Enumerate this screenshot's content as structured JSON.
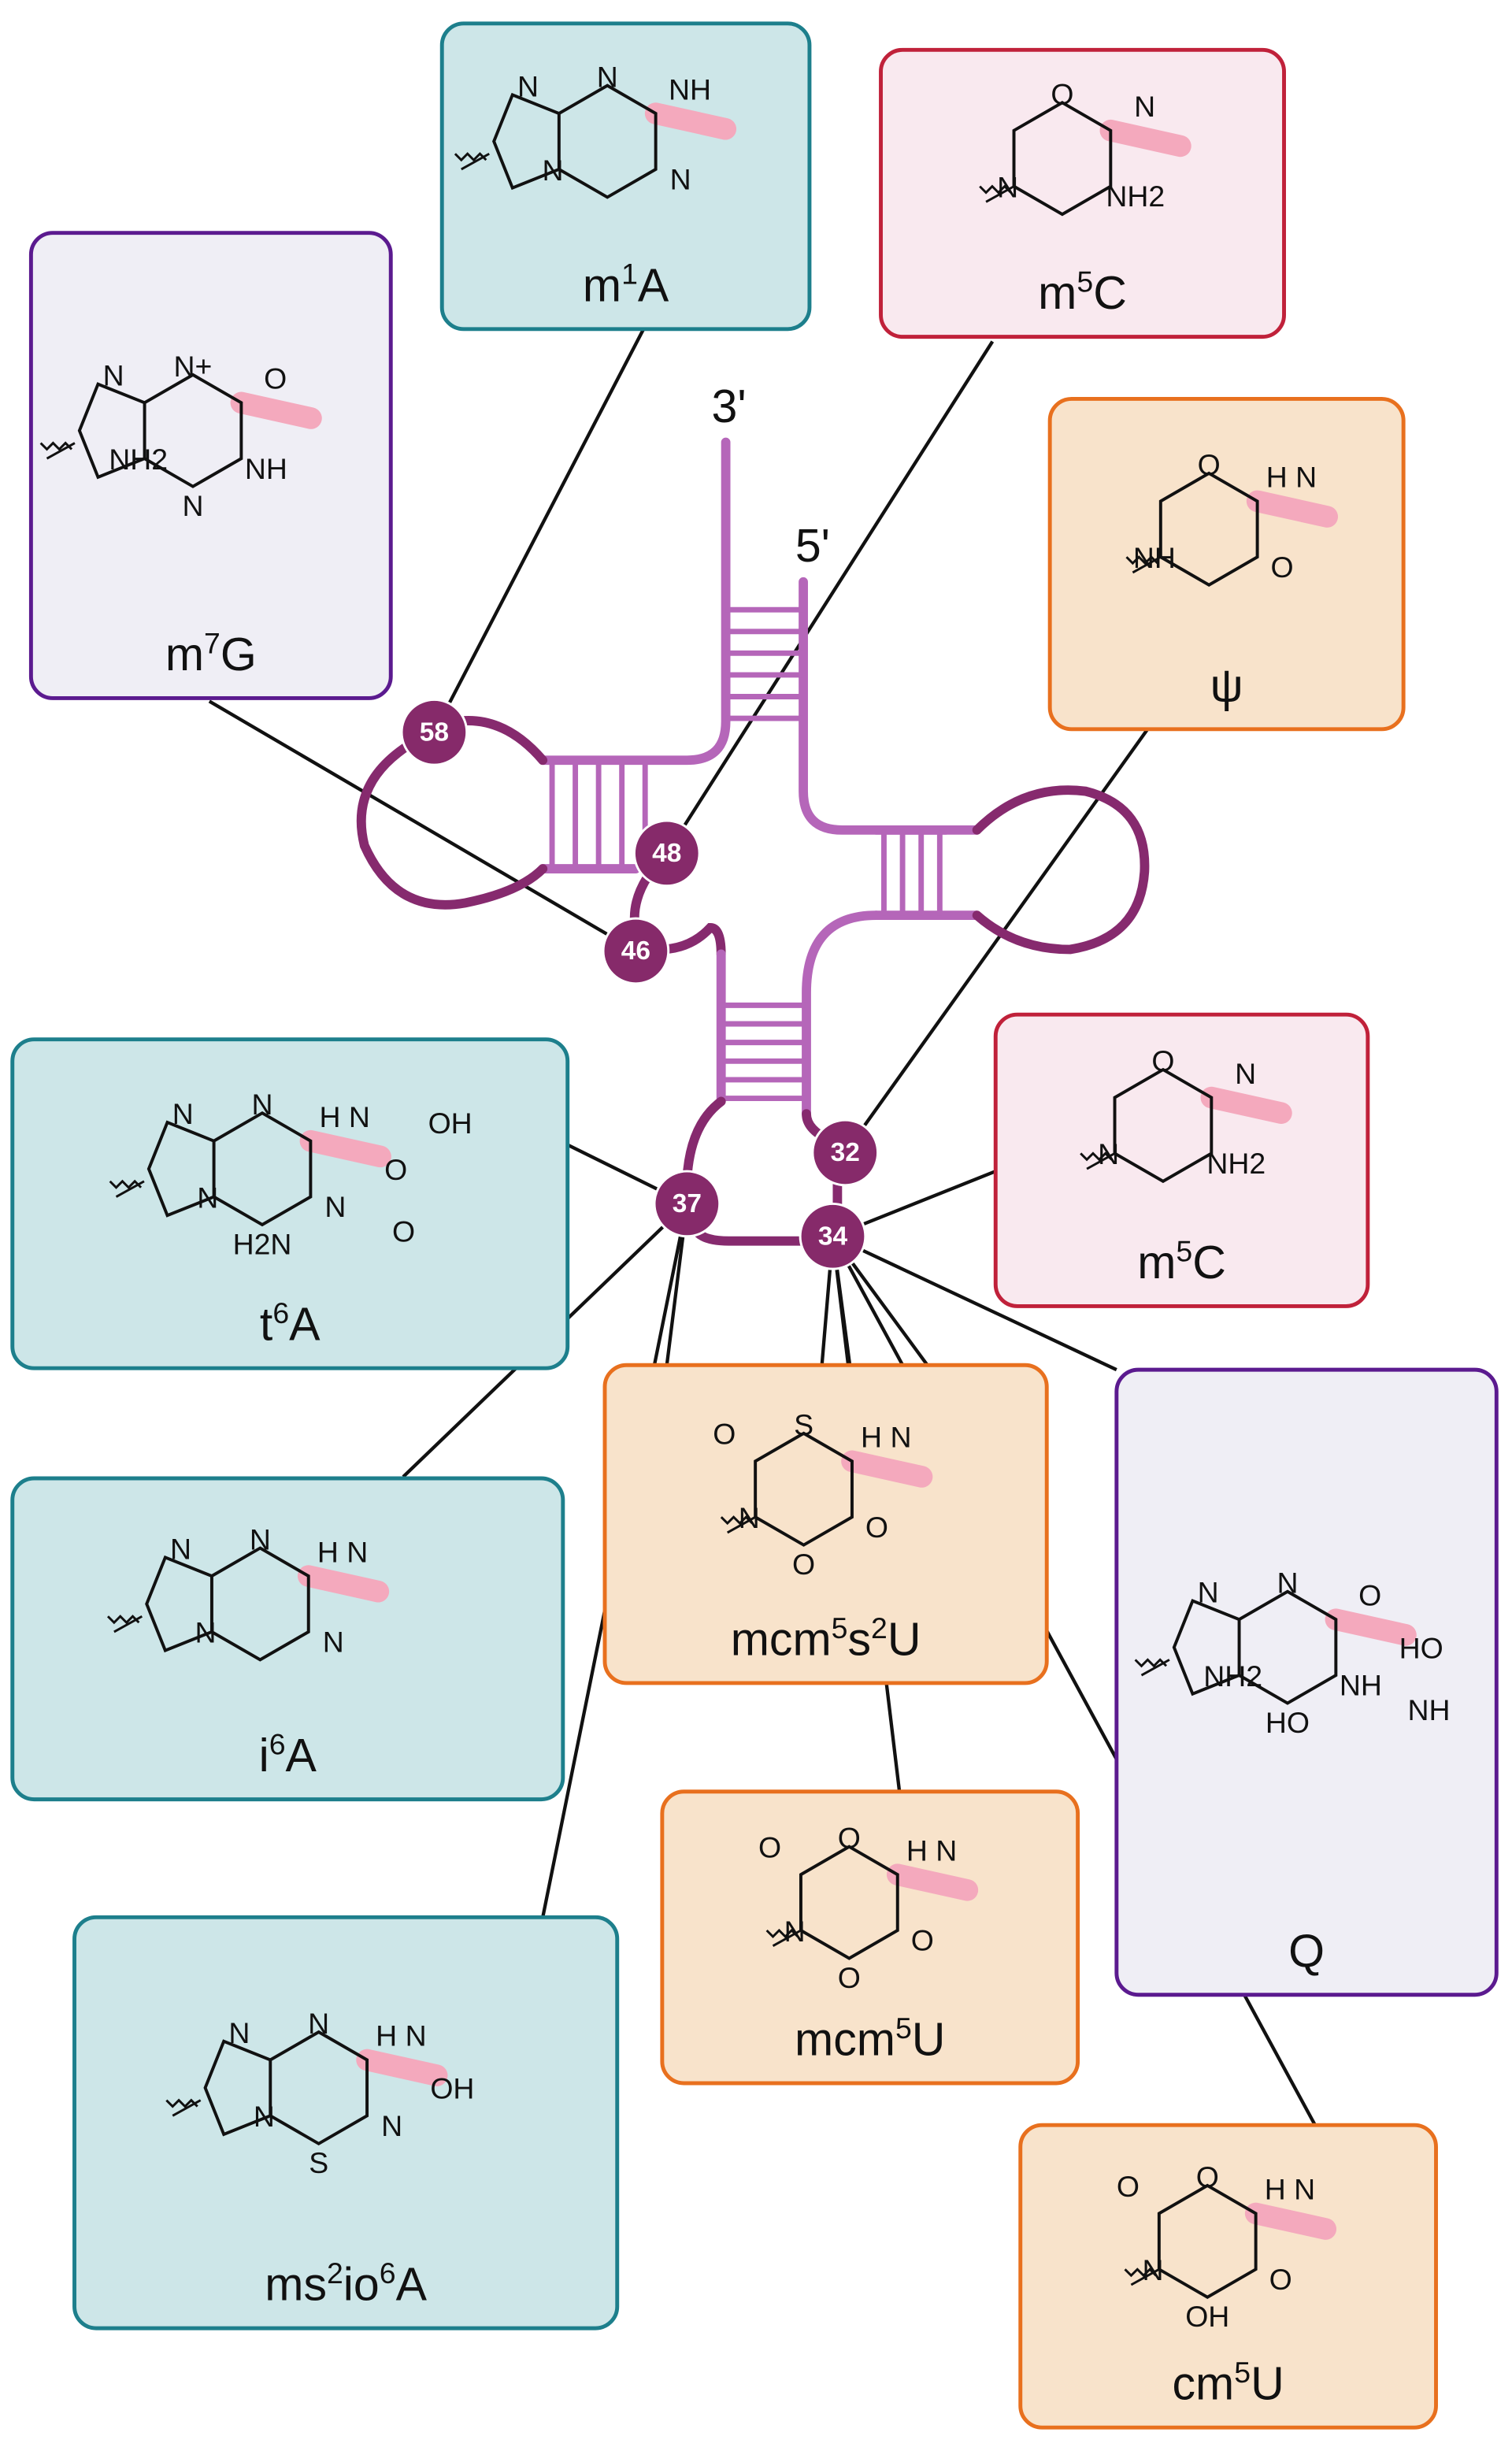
{
  "colors": {
    "loop": "#862a6e",
    "stem": "#b566b9",
    "node": "#862a6a",
    "connector": "#111111",
    "highlight": "#f4a9bd",
    "teal_fill": "#cde6e8",
    "teal_stroke": "#1d7f8c",
    "pink_fill": "#f9e9ef",
    "pink_stroke": "#c0213a",
    "orange_fill": "#f8e3cb",
    "orange_stroke": "#e8701e",
    "purple_fill": "#efeef5",
    "purple_stroke": "#5b1a8f"
  },
  "trna": {
    "end3": "3'",
    "end5": "5'",
    "positions": [
      "58",
      "48",
      "46",
      "37",
      "34",
      "32"
    ]
  },
  "modifications": [
    {
      "id": "m7G",
      "theme": "purple",
      "ring": "purine",
      "label": [
        {
          "t": "m"
        },
        {
          "t": "7",
          "sup": true
        },
        {
          "t": "G"
        }
      ],
      "atoms": [
        "N+",
        "O",
        "NH",
        "NH2",
        "N",
        "N"
      ]
    },
    {
      "id": "m1A",
      "theme": "teal",
      "ring": "purine",
      "label": [
        {
          "t": "m"
        },
        {
          "t": "1",
          "sup": true
        },
        {
          "t": "A"
        }
      ],
      "atoms": [
        "N",
        "NH",
        "N",
        "N",
        "N"
      ]
    },
    {
      "id": "m5C-a",
      "theme": "pink",
      "ring": "pyrimidine",
      "label": [
        {
          "t": "m"
        },
        {
          "t": "5",
          "sup": true
        },
        {
          "t": "C"
        }
      ],
      "atoms": [
        "O",
        "N",
        "NH2",
        "N"
      ]
    },
    {
      "id": "psi",
      "theme": "orange",
      "ring": "pyrimidine",
      "label": [
        {
          "t": "ψ"
        }
      ],
      "atoms": [
        "O",
        "H N",
        "O",
        "NH"
      ]
    },
    {
      "id": "t6A",
      "theme": "teal",
      "ring": "purine",
      "label": [
        {
          "t": "t"
        },
        {
          "t": "6",
          "sup": true
        },
        {
          "t": "A"
        }
      ],
      "atoms": [
        "N",
        "H N",
        "N",
        "N",
        "N",
        "H2N",
        "O",
        "O",
        "OH"
      ]
    },
    {
      "id": "m5C-b",
      "theme": "pink",
      "ring": "pyrimidine",
      "label": [
        {
          "t": "m"
        },
        {
          "t": "5",
          "sup": true
        },
        {
          "t": "C"
        }
      ],
      "atoms": [
        "O",
        "N",
        "NH2",
        "N"
      ]
    },
    {
      "id": "mcm5s2U",
      "theme": "orange",
      "ring": "pyrimidine",
      "label": [
        {
          "t": "mcm"
        },
        {
          "t": "5",
          "sup": true
        },
        {
          "t": "s"
        },
        {
          "t": "2",
          "sup": true
        },
        {
          "t": "U"
        }
      ],
      "atoms": [
        "S",
        "H N",
        "O",
        "N",
        "O",
        "O"
      ]
    },
    {
      "id": "Q",
      "theme": "purple",
      "ring": "purine",
      "label": [
        {
          "t": "Q"
        }
      ],
      "atoms": [
        "N",
        "O",
        "NH",
        "NH2",
        "N",
        "HO",
        "HO",
        "NH"
      ]
    },
    {
      "id": "i6A",
      "theme": "teal",
      "ring": "purine",
      "label": [
        {
          "t": "i"
        },
        {
          "t": "6",
          "sup": true
        },
        {
          "t": "A"
        }
      ],
      "atoms": [
        "N",
        "H N",
        "N",
        "N",
        "N"
      ]
    },
    {
      "id": "mcm5U",
      "theme": "orange",
      "ring": "pyrimidine",
      "label": [
        {
          "t": "mcm"
        },
        {
          "t": "5",
          "sup": true
        },
        {
          "t": "U"
        }
      ],
      "atoms": [
        "O",
        "H N",
        "O",
        "N",
        "O",
        "O"
      ]
    },
    {
      "id": "ms2io6A",
      "theme": "teal",
      "ring": "purine",
      "label": [
        {
          "t": "ms"
        },
        {
          "t": "2",
          "sup": true
        },
        {
          "t": "io"
        },
        {
          "t": "6",
          "sup": true
        },
        {
          "t": "A"
        }
      ],
      "atoms": [
        "N",
        "H N",
        "N",
        "N",
        "N",
        "S",
        "OH"
      ]
    },
    {
      "id": "cm5U",
      "theme": "orange",
      "ring": "pyrimidine",
      "label": [
        {
          "t": "cm"
        },
        {
          "t": "5",
          "sup": true
        },
        {
          "t": "U"
        }
      ],
      "atoms": [
        "O",
        "H N",
        "O",
        "N",
        "O",
        "OH"
      ]
    }
  ]
}
